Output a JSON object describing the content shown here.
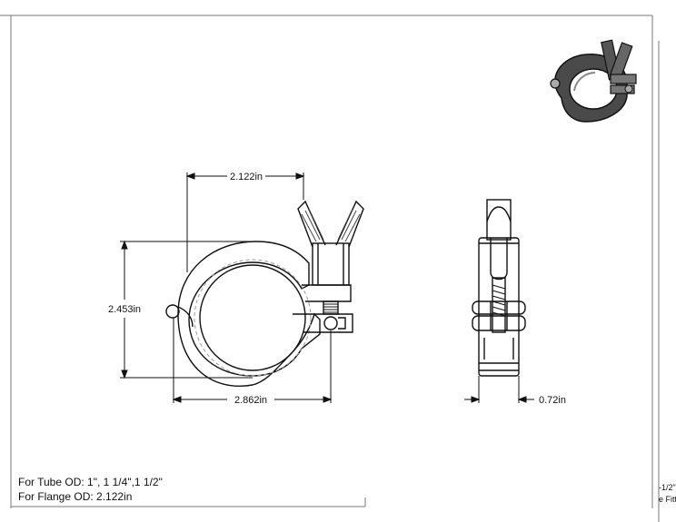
{
  "dimensions": {
    "top_width": "2.122in",
    "height": "2.453in",
    "bottom_width": "2.862in",
    "thickness": "0.72in"
  },
  "notes": {
    "tube_od": "For Tube OD: 1\", 1 1/4\",1 1/2\"",
    "flange_od": "For Flange OD: 2.122in"
  },
  "title_block": {
    "line1": "-1/2\"",
    "line2": "e Fitt"
  },
  "colors": {
    "line": "#111111",
    "hidden": "#9a9a9a",
    "shade": "#555555"
  }
}
